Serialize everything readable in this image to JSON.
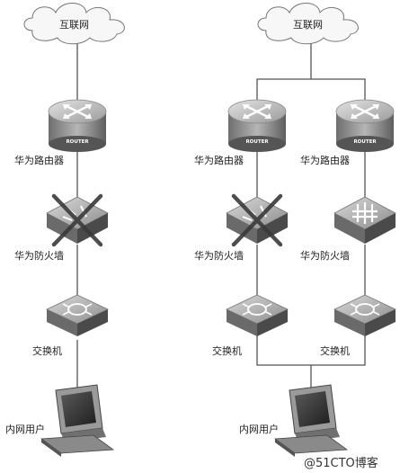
{
  "diagram": {
    "left": {
      "internet": "互联网",
      "router": "华为路由器",
      "router_badge": "ROUTER",
      "firewall": "华为防火墙",
      "switch": "交换机",
      "user": "内网用户"
    },
    "right": {
      "internet": "互联网",
      "router_a": "华为路由器",
      "router_b": "华为路由器",
      "router_badge": "ROUTER",
      "firewall_a": "华为防火墙",
      "firewall_b": "华为防火墙",
      "switch_a": "交换机",
      "switch_b": "交换机",
      "user": "内网用户"
    },
    "watermark": "@51CTO博客",
    "icons": [
      "cloud-icon",
      "router-icon",
      "firewall-icon",
      "switch-icon",
      "computer-icon",
      "failure-cross-icon"
    ]
  }
}
